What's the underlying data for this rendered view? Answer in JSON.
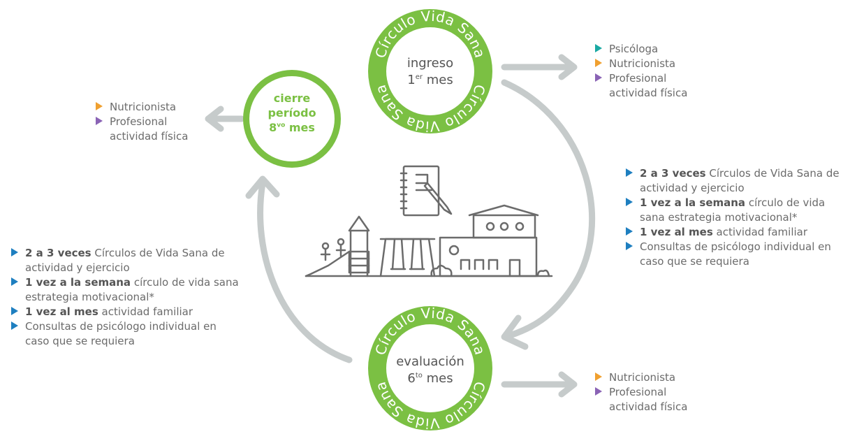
{
  "colors": {
    "green": "#7bc043",
    "arrow_gray": "#c6cbcb",
    "text_gray": "#6b6b6b",
    "teal": "#1aa9a3",
    "orange": "#f0a030",
    "purple": "#8a63b5",
    "blue": "#1e7fc0"
  },
  "ring_text": "Círculo Vida Sana",
  "nodes": {
    "ingreso": {
      "title": "ingreso",
      "num": "1",
      "sup": "er",
      "suffix": " mes"
    },
    "evaluacion": {
      "title": "evaluación",
      "num": "6",
      "sup": "to",
      "suffix": " mes"
    },
    "cierre": {
      "line1": "cierre",
      "line2": "período",
      "num": "8",
      "sup": "vo",
      "suffix": " mes"
    }
  },
  "roles": {
    "ingreso": [
      {
        "label": "Psicóloga",
        "color": "teal"
      },
      {
        "label": "Nutricionista",
        "color": "orange"
      },
      {
        "label": "Profesional actividad física",
        "color": "purple"
      }
    ],
    "cierre": [
      {
        "label": "Nutricionista",
        "color": "orange"
      },
      {
        "label": "Profesional actividad física",
        "color": "purple"
      }
    ],
    "evaluacion": [
      {
        "label": "Nutricionista",
        "color": "orange"
      },
      {
        "label": "Profesional actividad física",
        "color": "purple"
      }
    ]
  },
  "activities": {
    "right": [
      {
        "bold": "2 a 3 veces",
        "text": " Círculos de Vida Sana de actividad y ejercicio"
      },
      {
        "bold": "1 vez a la semana",
        "text": " círculo de vida sana estrategia motivacional*"
      },
      {
        "bold": "1 vez al mes",
        "text": " actividad familiar"
      },
      {
        "bold": "",
        "text": "Consultas de psicólogo individual en caso que se requiera"
      }
    ],
    "left": [
      {
        "bold": "2 a 3 veces",
        "text": " Círculos de Vida Sana de actividad y ejercicio"
      },
      {
        "bold": "1 vez a la semana",
        "text": " círculo de vida sana estrategia motivacional*"
      },
      {
        "bold": "1 vez al mes",
        "text": " actividad familiar"
      },
      {
        "bold": "",
        "text": "Consultas de psicólogo individual en caso que se requiera"
      }
    ]
  },
  "illustration_icon": "playground-school-icon"
}
